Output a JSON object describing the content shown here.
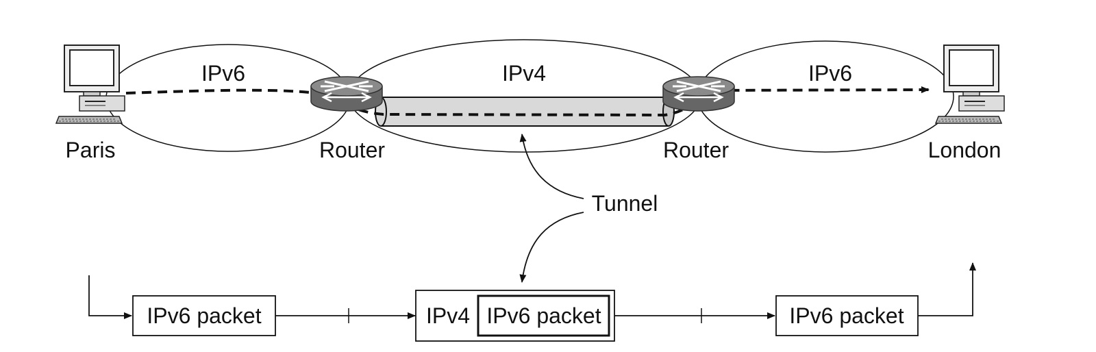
{
  "networks": {
    "left_label": "IPv6",
    "middle_label": "IPv4",
    "right_label": "IPv6"
  },
  "nodes": {
    "left_host": "Paris",
    "left_router": "Router",
    "right_router": "Router",
    "right_host": "London"
  },
  "tunnel_label": "Tunnel",
  "packets": {
    "first": "IPv6 packet",
    "middle_outer": "IPv4",
    "middle_inner": "IPv6 packet",
    "last": "IPv6 packet"
  },
  "colors": {
    "line": "#111111",
    "tunnel_fill": "#d9d9d9",
    "router_fill": "#777777"
  },
  "icons": [
    "computer-icon",
    "router-icon"
  ]
}
